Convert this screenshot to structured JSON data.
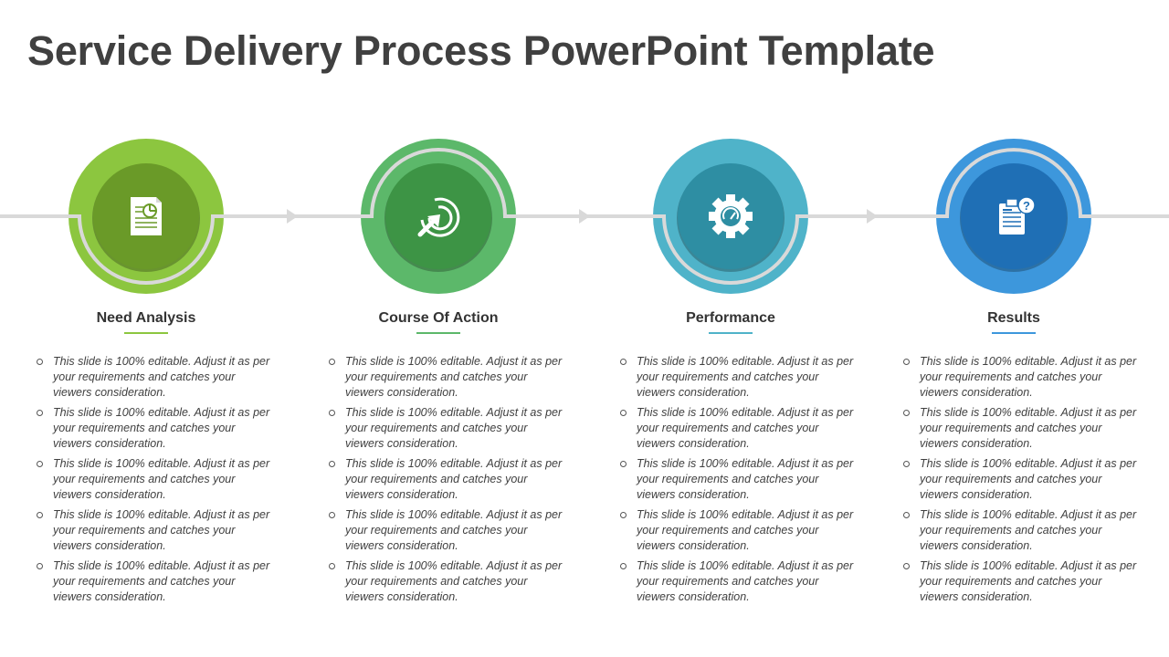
{
  "title": "Service Delivery Process PowerPoint Template",
  "steps": [
    {
      "title": "Need Analysis",
      "icon": "report-chart-icon",
      "outer_color": "#8cc63f",
      "inner_color": "#6a9a28",
      "accent": "#8cc63f",
      "bullets": [
        "This slide is 100% editable. Adjust it as per your requirements and catches your viewers consideration.",
        "This slide is 100% editable. Adjust it as per your requirements and catches your viewers consideration.",
        "This slide is 100% editable. Adjust it as per your requirements and catches your viewers consideration.",
        "This slide is 100% editable. Adjust it as per your requirements and catches your viewers consideration.",
        "This slide is 100% editable. Adjust it as per your requirements and catches your viewers consideration."
      ]
    },
    {
      "title": "Course Of Action",
      "icon": "target-arrow-icon",
      "outer_color": "#5cb86a",
      "inner_color": "#3d9445",
      "accent": "#5cb86a",
      "bullets": [
        "This slide is 100% editable. Adjust it as per your requirements and catches your viewers consideration.",
        "This slide is 100% editable. Adjust it as per your requirements and catches your viewers consideration.",
        "This slide is 100% editable. Adjust it as per your requirements and catches your viewers consideration.",
        "This slide is 100% editable. Adjust it as per your requirements and catches your viewers consideration.",
        "This slide is 100% editable. Adjust it as per your requirements and catches your viewers consideration."
      ]
    },
    {
      "title": "Performance",
      "icon": "gear-gauge-icon",
      "outer_color": "#4fb3c9",
      "inner_color": "#2e8ea3",
      "accent": "#4fb3c9",
      "bullets": [
        "This slide is 100% editable. Adjust it as per your requirements and catches your viewers consideration.",
        "This slide is 100% editable. Adjust it as per your requirements and catches your viewers consideration.",
        "This slide is 100% editable. Adjust it as per your requirements and catches your viewers consideration.",
        "This slide is 100% editable. Adjust it as per your requirements and catches your viewers consideration.",
        "This slide is 100% editable. Adjust it as per your requirements and catches your viewers consideration."
      ]
    },
    {
      "title": "Results",
      "icon": "clipboard-question-icon",
      "outer_color": "#3d97dc",
      "inner_color": "#1f6fb5",
      "accent": "#3d97dc",
      "bullets": [
        "This slide is 100% editable. Adjust it as per your requirements and catches your viewers consideration.",
        "This slide is 100% editable. Adjust it as per your requirements and catches your viewers consideration.",
        "This slide is 100% editable. Adjust it as per your requirements and catches your viewers consideration.",
        "This slide is 100% editable. Adjust it as per your requirements and catches your viewers consideration.",
        "This slide is 100% editable. Adjust it as per your requirements and catches your viewers consideration."
      ]
    }
  ],
  "connector_color": "#d9d9d9"
}
